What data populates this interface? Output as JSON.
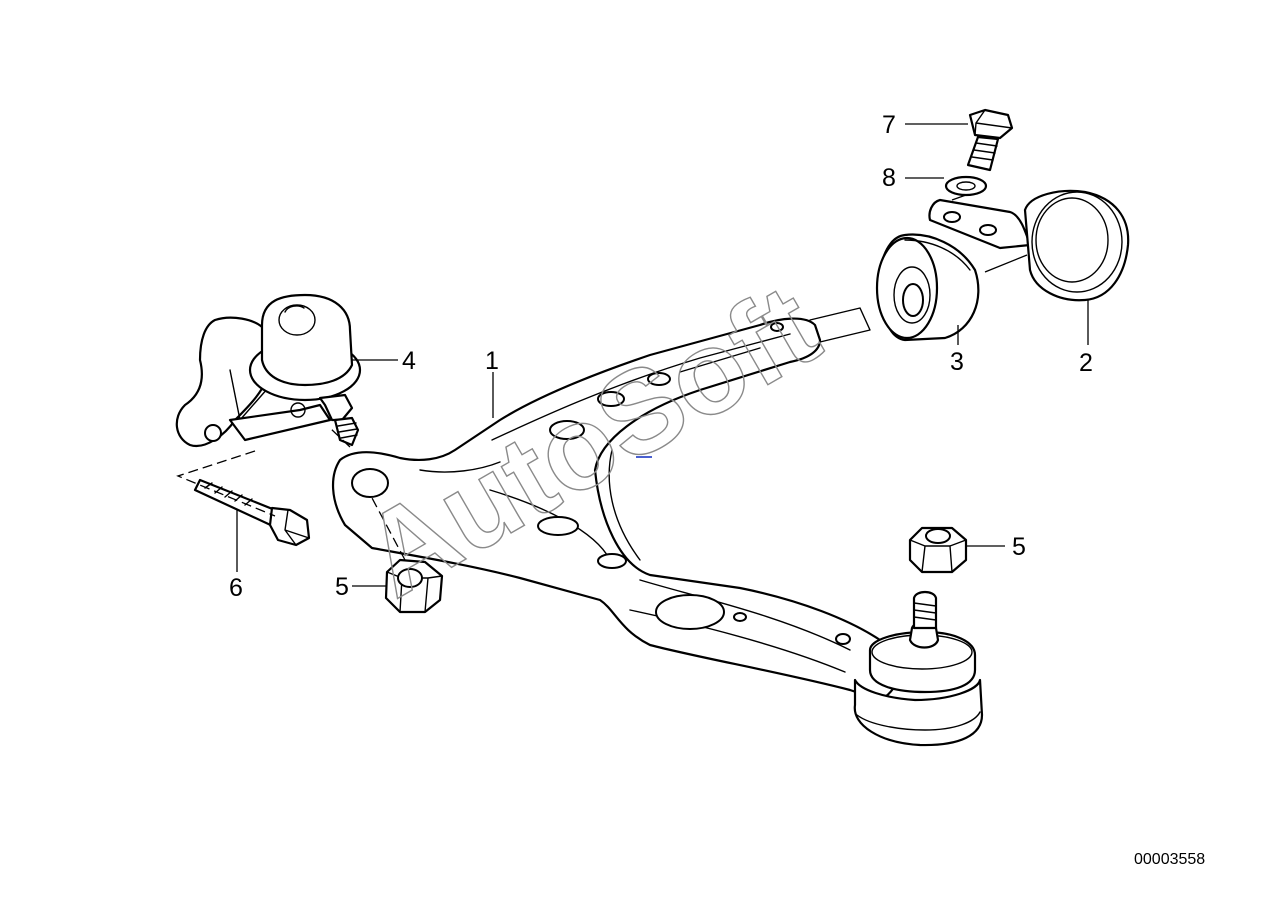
{
  "diagram": {
    "document_number": "00003558",
    "watermark": "AutoSoft",
    "parts": [
      {
        "label": "1",
        "name": "wishbone-control-arm"
      },
      {
        "label": "2",
        "name": "bushing-bracket"
      },
      {
        "label": "3",
        "name": "rubber-mounting"
      },
      {
        "label": "4",
        "name": "ball-joint"
      },
      {
        "label": "5",
        "name": "self-locking-hex-nut"
      },
      {
        "label": "5",
        "name": "self-locking-hex-nut"
      },
      {
        "label": "6",
        "name": "hex-bolt"
      },
      {
        "label": "7",
        "name": "hex-bolt"
      },
      {
        "label": "8",
        "name": "washer"
      }
    ]
  }
}
